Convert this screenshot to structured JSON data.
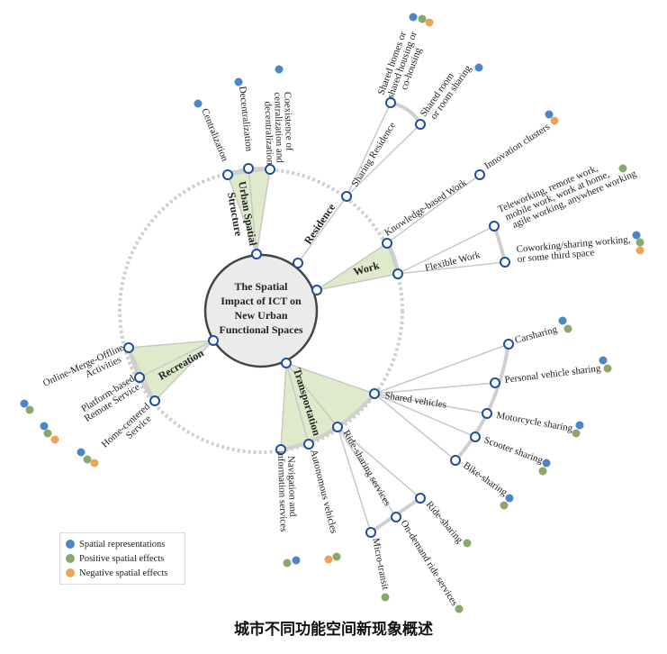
{
  "colors": {
    "spatial": "#4a86c8",
    "positive": "#8aa86a",
    "negative": "#eea35a",
    "wedge": "#dfeacb",
    "node": "#1f4e9c"
  },
  "center": {
    "line1": "The Spatial",
    "line2": "Impact of ICT on",
    "line3": "New Urban",
    "line4": "Functional Spaces"
  },
  "urban": {
    "label1": "Urban Spatial",
    "label2": "Structure",
    "centralization": "Centralization",
    "decentralization": "Decentralization",
    "coex1": "Coexistence of",
    "coex2": "centralization and",
    "coex3": "decentralization"
  },
  "residence": {
    "label": "Residence",
    "sharing": "Sharing Residence",
    "homes1": "Shared homes or",
    "homes2": "shared housing or",
    "homes3": "co-housing",
    "room1": "Shared room",
    "room2": "or room sharing"
  },
  "work": {
    "label": "Work",
    "knowledge": "Knowledge-based Work",
    "innovation": "Innovation clusters",
    "flexible": "Flexible Work",
    "tele1": "Teleworking, remote work,",
    "tele2": "mobile work, work at home,",
    "tele3": "agile working, anywhere working",
    "cowork1": "Coworking/sharing working,",
    "cowork2": "or some third space"
  },
  "recreation": {
    "label": "Recreation",
    "omo1": "Online-Merge-Offline",
    "omo2": "Activities",
    "platform1": "Platform-based",
    "platform2": "Remote Service",
    "home1": "Home-centered",
    "home2": "Service"
  },
  "transport": {
    "label": "Transportation",
    "nav1": "Navigation and",
    "nav2": "information services",
    "autonomous": "Autonomous vehicles",
    "ridesvc": "Ride-sharing services",
    "shared": "Shared vehicles",
    "carsharing": "Carsharing",
    "personal": "Personal vehicle sharing",
    "motorcycle": "Motorcycle sharing",
    "scooter": "Scooter sharing",
    "bike": "Bike-sharing",
    "ridesharing": "Ride-sharing",
    "ondemand": "On-demand ride services",
    "micro": "Micro-transit"
  },
  "legend": {
    "spatial": "Spatial representations",
    "positive": "Positive spatial effects",
    "negative": "Negative spatial effects"
  },
  "caption": "城市不同功能空间新现象概述"
}
